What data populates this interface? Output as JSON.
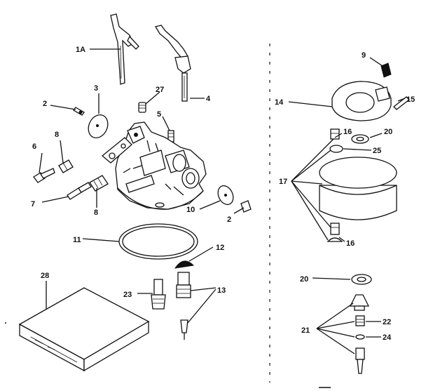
{
  "diagram": {
    "callouts": {
      "c1a": "1A",
      "c2a": "2",
      "c2b": "2",
      "c3": "3",
      "c4": "4",
      "c5": "5",
      "c6": "6",
      "c7": "7",
      "c8a": "8",
      "c8b": "8",
      "c9": "9",
      "c10": "10",
      "c11": "11",
      "c12": "12",
      "c13": "13",
      "c14": "14",
      "c15": "15",
      "c16a": "16",
      "c16b": "16",
      "c17": "17",
      "c20a": "20",
      "c20b": "20",
      "c21": "21",
      "c22": "22",
      "c23": "23",
      "c24": "24",
      "c25": "25",
      "c27": "27",
      "c28": "28"
    }
  }
}
